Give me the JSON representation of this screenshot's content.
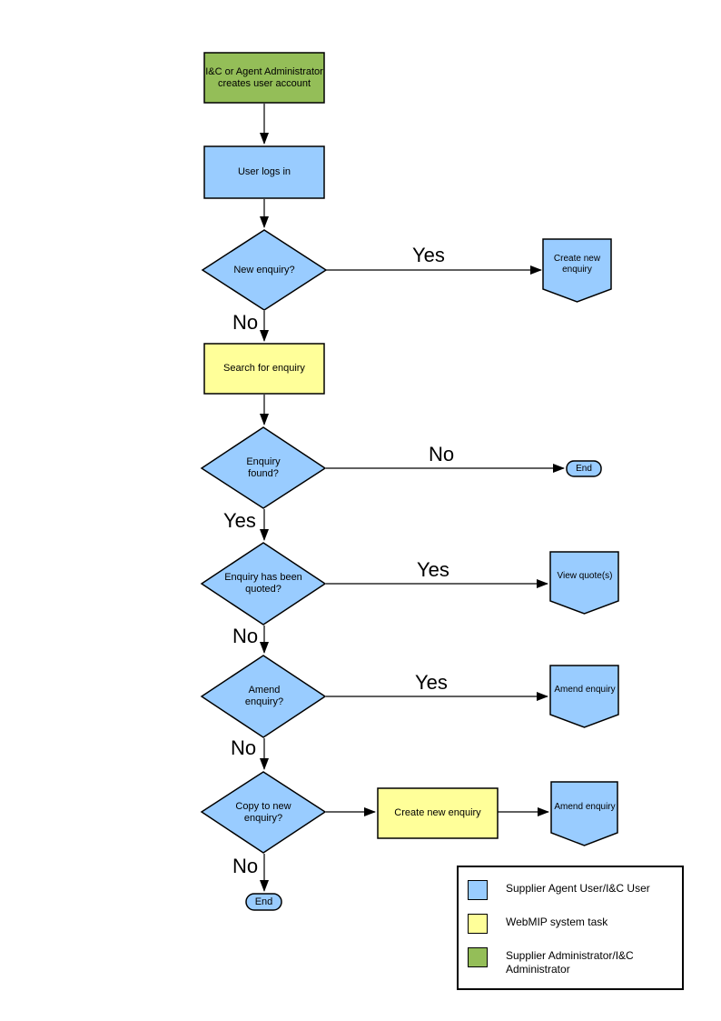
{
  "colors": {
    "user_shape": "#99CCFF",
    "system_shape": "#FFFF99",
    "admin_shape": "#94BE58",
    "line": "#000000"
  },
  "flowchart": {
    "nodes": {
      "create_account": "I&C or Agent Administrator creates user account",
      "user_logs_in": "User logs in",
      "new_enquiry_q": "New enquiry?",
      "create_new_enquiry": "Create new enquiry",
      "search_for_enquiry": "Search for enquiry",
      "enquiry_found_q": "Enquiry found?",
      "end_not_found": "End",
      "enquiry_quoted_q": "Enquiry has been quoted?",
      "view_quotes": "View quote(s)",
      "amend_enquiry_q": "Amend enquiry?",
      "amend_enquiry": "Amend enquiry",
      "copy_to_new_enquiry_q": "Copy to new enquiry?",
      "create_new_enquiry_task": "Create new enquiry",
      "amend_enquiry_copy": "Amend enquiry",
      "end_final": "End"
    },
    "edge_labels": {
      "new_enquiry_yes": "Yes",
      "new_enquiry_no": "No",
      "enquiry_found_no": "No",
      "enquiry_found_yes": "Yes",
      "enquiry_quoted_yes": "Yes",
      "enquiry_quoted_no": "No",
      "amend_yes": "Yes",
      "amend_no": "No",
      "copy_no": "No"
    }
  },
  "legend": {
    "items": [
      {
        "color": "#99CCFF",
        "label": "Supplier Agent User/I&C User"
      },
      {
        "color": "#FFFF99",
        "label": "WebMIP system task"
      },
      {
        "color": "#94BE58",
        "label": "Supplier Administrator/I&C Administrator"
      }
    ]
  }
}
